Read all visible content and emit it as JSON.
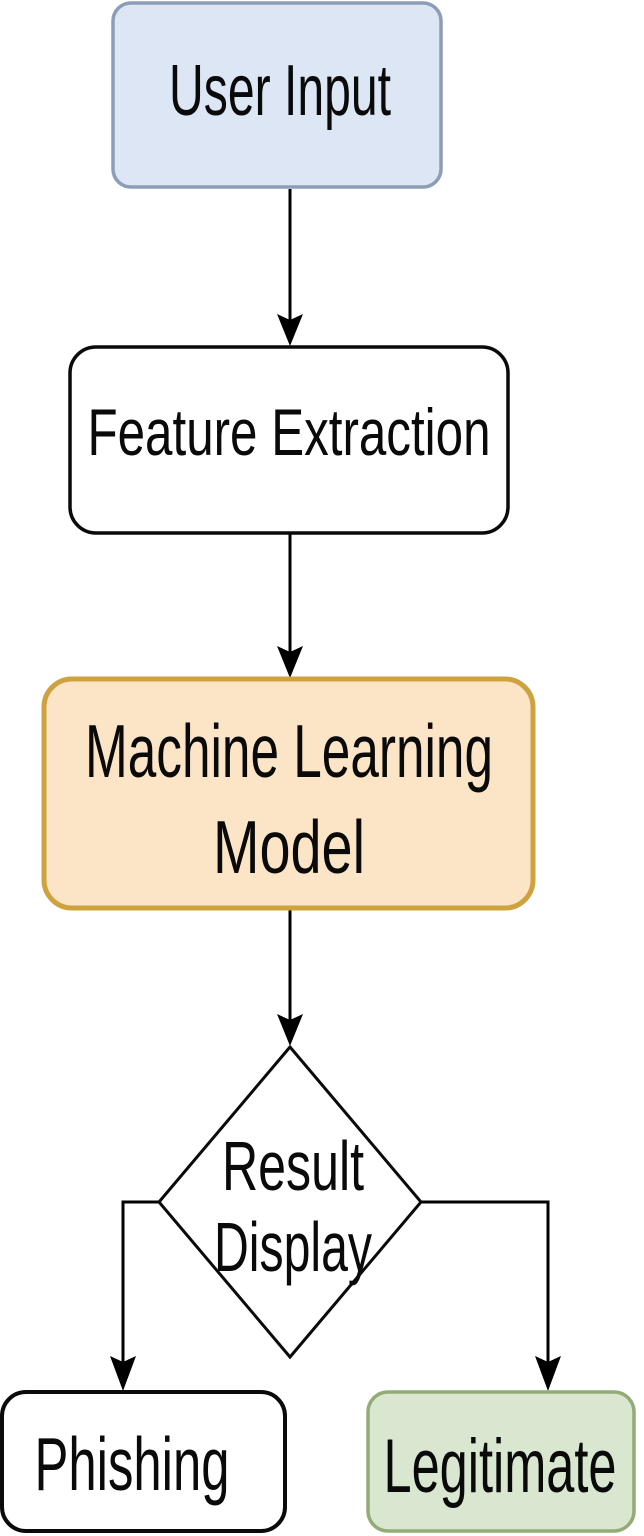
{
  "diagram": {
    "type": "flowchart",
    "background": "#ffffff",
    "edge_color": "#000000",
    "nodes": {
      "user_input": {
        "label": "User Input",
        "shape": "rounded-rect",
        "fill": "#dce6f4",
        "border": "#8d9db8"
      },
      "feature_extraction": {
        "label": "Feature Extraction",
        "shape": "rounded-rect",
        "fill": "#ffffff",
        "border": "#0a0a0a"
      },
      "ml_model": {
        "label": "Machine Learning Model",
        "line1": "Machine Learning",
        "line2": "Model",
        "shape": "rounded-rect",
        "fill": "#fce5c7",
        "border": "#cda23f"
      },
      "result_display": {
        "label": "Result Display",
        "line1": "Result",
        "line2": "Display",
        "shape": "diamond",
        "fill": "#ffffff",
        "border": "#0a0a0a"
      },
      "phishing": {
        "label": "Phishing",
        "shape": "rounded-rect",
        "fill": "#ffffff",
        "border": "#0a0a0a"
      },
      "legitimate": {
        "label": "Legitimate",
        "shape": "rounded-rect",
        "fill": "#d9e7d0",
        "border": "#93ab77"
      }
    },
    "edges": [
      {
        "from": "User Input",
        "to": "Feature Extraction"
      },
      {
        "from": "Feature Extraction",
        "to": "Machine Learning Model"
      },
      {
        "from": "Machine Learning Model",
        "to": "Result Display"
      },
      {
        "from": "Result Display",
        "to": "Phishing"
      },
      {
        "from": "Result Display",
        "to": "Legitimate"
      }
    ]
  }
}
